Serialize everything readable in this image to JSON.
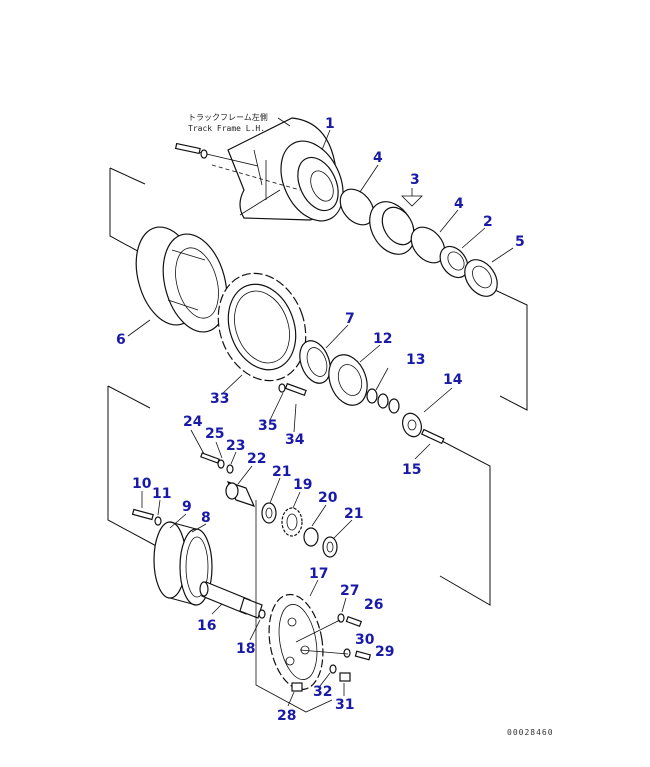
{
  "header": {
    "jp_label": "トラックフレーム左側",
    "en_label": "Track Frame L.H."
  },
  "callouts": {
    "p1": "1",
    "p2": "2",
    "p3": "3",
    "p4a": "4",
    "p4b": "4",
    "p5": "5",
    "p6": "6",
    "p7": "7",
    "p8": "8",
    "p9": "9",
    "p10": "10",
    "p11": "11",
    "p12": "12",
    "p13": "13",
    "p14": "14",
    "p15": "15",
    "p16": "16",
    "p17": "17",
    "p18": "18",
    "p19": "19",
    "p20": "20",
    "p21a": "21",
    "p21b": "21",
    "p22": "22",
    "p23": "23",
    "p24": "24",
    "p25": "25",
    "p26": "26",
    "p27": "27",
    "p28": "28",
    "p29": "29",
    "p30": "30",
    "p31": "31",
    "p32": "32",
    "p33": "33",
    "p34": "34",
    "p35": "35"
  },
  "footer": {
    "drawing_code": "00028460"
  },
  "colors": {
    "callout": "#1a1aa8",
    "line": "#111111",
    "background": "#ffffff"
  }
}
